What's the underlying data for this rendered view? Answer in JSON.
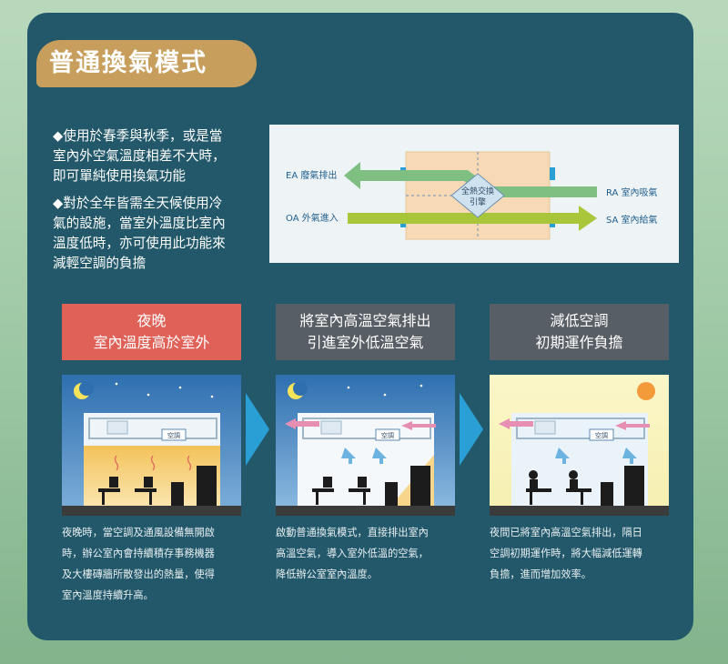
{
  "title": "普通換氣模式",
  "intro": {
    "bullet1_lines": [
      "◆使用於春季與秋季，或是當",
      "室內外空氣溫度相差不大時，",
      "即可單純使用換氣功能"
    ],
    "bullet2_lines": [
      "◆對於全年皆需全天候使用冷",
      "氣的設施，當室外溫度比室內",
      "溫度低時，亦可使用此功能來",
      "減輕空調的負擔"
    ]
  },
  "diagram": {
    "ea_label": "EA 廢氣排出",
    "ra_label": "RA 室內吸氣",
    "oa_label": "OA 外氣進入",
    "sa_label": "SA 室內給氣",
    "core_line1": "全熱交換",
    "core_line2": "引擎"
  },
  "steps": [
    {
      "line1": "夜晚",
      "line2": "室內溫度高於室外",
      "color": "#e06158"
    },
    {
      "line1": "將室內高溫空氣排出",
      "line2": "引進室外低溫空氣",
      "color": "#585e66"
    },
    {
      "line1": "減低空調",
      "line2": "初期運作負擔",
      "color": "#585e66"
    }
  ],
  "scene_ac_label": "空調",
  "descriptions": [
    [
      "夜晚時，當空調及通風設備無開啟",
      "時，辦公室內會持續積存事務機器",
      "及大樓磚牆所散發出的熱量，使得",
      "室內溫度持續升高。"
    ],
    [
      "啟動普通換氣模式，直接排出室內",
      "高溫空氣，導入室外低溫的空氣，",
      "降低辦公室室內溫度。"
    ],
    [
      "夜間已將室內高溫空氣排出，隔日",
      "空調初期運作時，將大幅減低運轉",
      "負擔，進而增加效率。"
    ]
  ],
  "colors": {
    "card_bg": "#22586a",
    "title_tab": "#c79e5b",
    "step1": "#e06158",
    "step_grey": "#585e66",
    "arrow_exhaust": "#7fbf82",
    "arrow_supply": "#a9c63a",
    "chevron": "#2a9fd6"
  }
}
